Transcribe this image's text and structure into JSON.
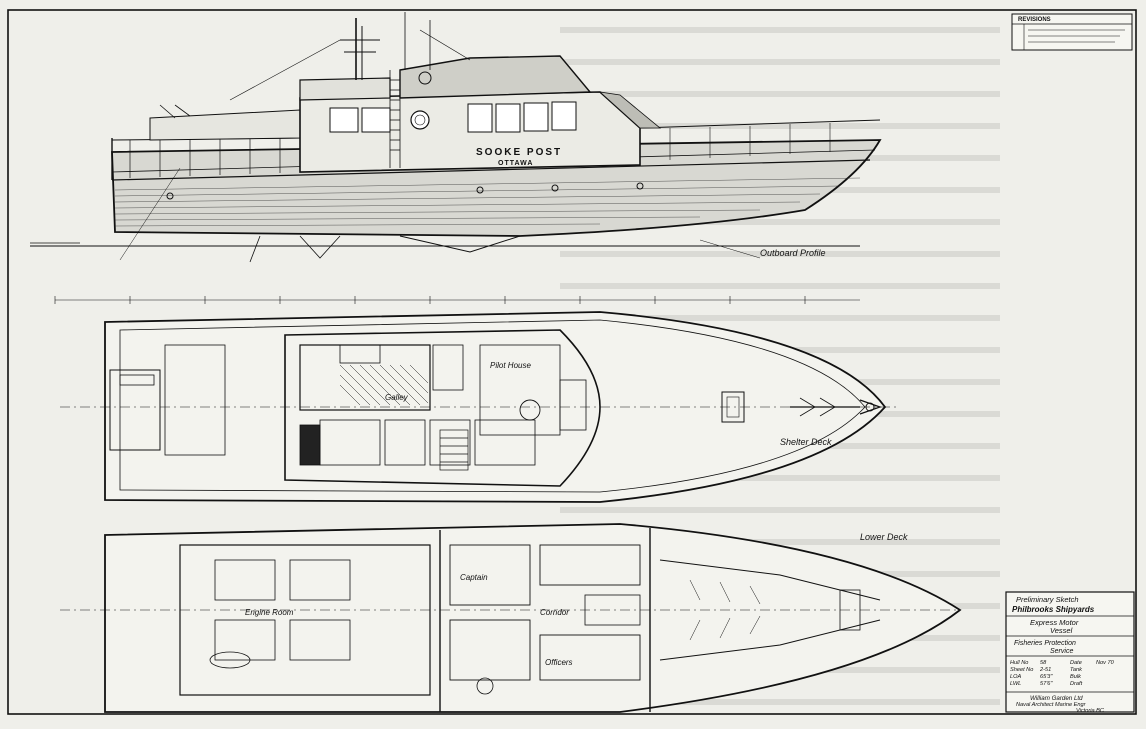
{
  "drawing": {
    "vessel_name": "SOOKE POST",
    "home_port": "OTTAWA",
    "view_labels": {
      "profile": "Outboard Profile",
      "shelter_deck": "Shelter Deck",
      "lower_deck": "Lower Deck"
    },
    "rooms": {
      "galley": "Galley",
      "pilot_house": "Pilot House",
      "engine_room": "Engine Room",
      "captain": "Captain",
      "corridor": "Corridor",
      "officers": "Officers"
    }
  },
  "revisions": {
    "title": "REVISIONS"
  },
  "title_block": {
    "status": "Preliminary Sketch",
    "yard": "Philbrooks Shipyards",
    "vessel_type_line1": "Express Motor",
    "vessel_type_line2": "Vessel",
    "service_line1": "Fisheries Protection",
    "service_line2": "Service",
    "particulars": [
      {
        "label": "Hull No",
        "value": "58",
        "label2": "Date",
        "value2": "Nov 70"
      },
      {
        "label": "Sheet No",
        "value": "2-51",
        "label2": "Tank",
        "value2": ""
      },
      {
        "label": "LOA",
        "value": "65'3\"",
        "label2": "Bulk",
        "value2": ""
      },
      {
        "label": "LWL",
        "value": "57'6\"",
        "label2": "Draft",
        "value2": ""
      }
    ],
    "architect_line1": "William Garden Ltd",
    "architect_line2": "Naval Architect  Marine Engr",
    "architect_line3": "Victoria BC"
  }
}
